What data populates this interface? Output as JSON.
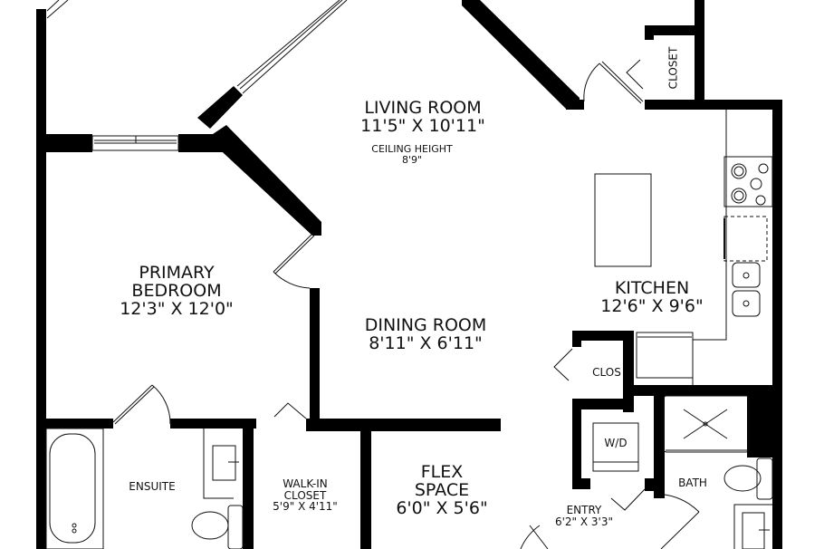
{
  "floor_plan": {
    "rooms": [
      {
        "id": "living",
        "name": "LIVING ROOM",
        "dimensions": "11'5\" X 10'11\"",
        "note_label": "CEILING HEIGHT",
        "note_value": "8'9\""
      },
      {
        "id": "primary_bedroom",
        "name_line1": "PRIMARY",
        "name_line2": "BEDROOM",
        "dimensions": "12'3\" X 12'0\""
      },
      {
        "id": "kitchen",
        "name": "KITCHEN",
        "dimensions": "12'6\" X 9'6\""
      },
      {
        "id": "dining",
        "name": "DINING ROOM",
        "dimensions": "8'11\" X 6'11\""
      },
      {
        "id": "flex",
        "name_line1": "FLEX",
        "name_line2": "SPACE",
        "dimensions": "6'0\" X 5'6\""
      },
      {
        "id": "walk_in_closet",
        "name_line1": "WALK-IN",
        "name_line2": "CLOSET",
        "dimensions": "5'9\" X 4'11\""
      },
      {
        "id": "entry",
        "name": "ENTRY",
        "dimensions": "6'2\" X 3'3\""
      },
      {
        "id": "ensuite",
        "name": "ENSUITE"
      },
      {
        "id": "bath",
        "name": "BATH"
      },
      {
        "id": "closet_top",
        "name": "CLOSET"
      },
      {
        "id": "closet_mid",
        "name": "CLOS"
      },
      {
        "id": "laundry",
        "name": "W/D"
      }
    ],
    "colors": {
      "wall": "#000000",
      "line": "#111111",
      "background": "#ffffff"
    }
  }
}
